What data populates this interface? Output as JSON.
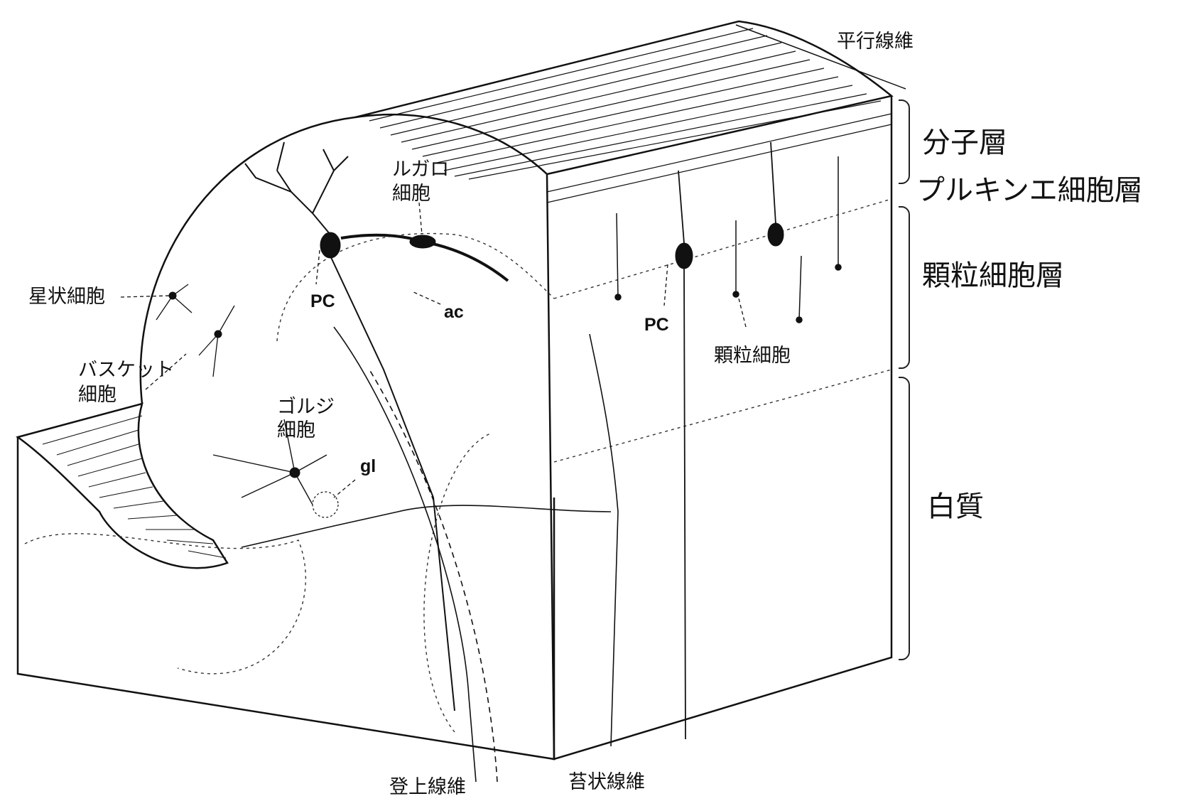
{
  "labels": {
    "parallel_fiber": "平行線維",
    "molecular_layer": "分子層",
    "purkinje_layer": "プルキンエ細胞層",
    "granular_layer": "顆粒細胞層",
    "white_matter": "白質",
    "stellate_cell": "星状細胞",
    "basket_cell_line1": "バスケット",
    "basket_cell_line2": "細胞",
    "golgi_cell_line1": "ゴルジ",
    "golgi_cell_line2": "細胞",
    "lugaro_cell_line1": "ルガロ",
    "lugaro_cell_line2": "細胞",
    "pc_left": "PC",
    "pc_right": "PC",
    "ac": "ac",
    "gl": "gl",
    "granule_cell": "顆粒細胞",
    "climbing_fiber": "登上線維",
    "mossy_fiber": "苔状線維"
  },
  "colors": {
    "ink": "#111111",
    "background": "#ffffff"
  }
}
